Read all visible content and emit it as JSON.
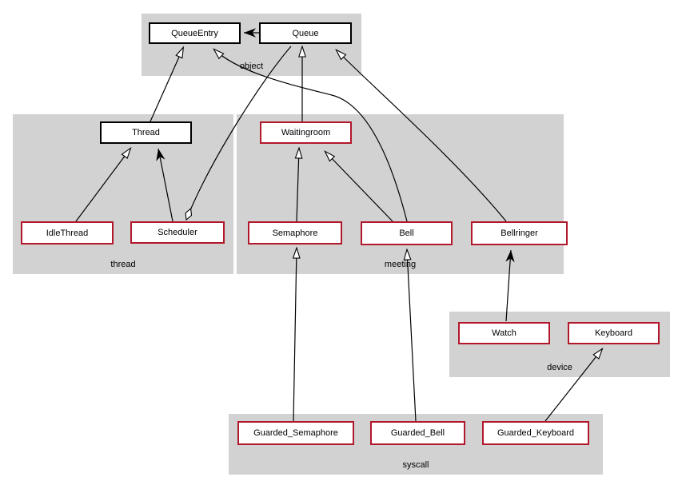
{
  "packages": {
    "object": {
      "label": "object"
    },
    "thread": {
      "label": "thread"
    },
    "meeting": {
      "label": "meeting"
    },
    "device": {
      "label": "device"
    },
    "syscall": {
      "label": "syscall"
    }
  },
  "classes": {
    "queue_entry": {
      "label": "QueueEntry",
      "package": "object",
      "border": "black"
    },
    "queue": {
      "label": "Queue",
      "package": "object",
      "border": "black"
    },
    "thread": {
      "label": "Thread",
      "package": "thread",
      "border": "black"
    },
    "idle_thread": {
      "label": "IdleThread",
      "package": "thread",
      "border": "red"
    },
    "scheduler": {
      "label": "Scheduler",
      "package": "thread",
      "border": "red"
    },
    "waitingroom": {
      "label": "Waitingroom",
      "package": "meeting",
      "border": "red"
    },
    "semaphore": {
      "label": "Semaphore",
      "package": "meeting",
      "border": "red"
    },
    "bell": {
      "label": "Bell",
      "package": "meeting",
      "border": "red"
    },
    "bellringer": {
      "label": "Bellringer",
      "package": "meeting",
      "border": "red"
    },
    "watch": {
      "label": "Watch",
      "package": "device",
      "border": "red"
    },
    "keyboard": {
      "label": "Keyboard",
      "package": "device",
      "border": "red"
    },
    "guarded_semaphore": {
      "label": "Guarded_Semaphore",
      "package": "syscall",
      "border": "red"
    },
    "guarded_bell": {
      "label": "Guarded_Bell",
      "package": "syscall",
      "border": "red"
    },
    "guarded_keyboard": {
      "label": "Guarded_Keyboard",
      "package": "syscall",
      "border": "red"
    }
  },
  "relationships": [
    {
      "from": "Queue",
      "to": "QueueEntry",
      "type": "usage",
      "arrow": "filled"
    },
    {
      "from": "Thread",
      "to": "QueueEntry",
      "type": "inheritance",
      "arrow": "hollow-triangle"
    },
    {
      "from": "Bell",
      "to": "QueueEntry",
      "type": "inheritance",
      "arrow": "hollow-triangle"
    },
    {
      "from": "Waitingroom",
      "to": "Queue",
      "type": "inheritance",
      "arrow": "hollow-triangle"
    },
    {
      "from": "Bellringer",
      "to": "Queue",
      "type": "inheritance",
      "arrow": "hollow-triangle"
    },
    {
      "from": "IdleThread",
      "to": "Thread",
      "type": "inheritance",
      "arrow": "hollow-triangle"
    },
    {
      "from": "Scheduler",
      "to": "Thread",
      "type": "usage",
      "arrow": "filled"
    },
    {
      "from": "Scheduler",
      "to": "Queue",
      "type": "aggregation",
      "arrow": "open-diamond-at-scheduler"
    },
    {
      "from": "Semaphore",
      "to": "Waitingroom",
      "type": "inheritance",
      "arrow": "hollow-triangle"
    },
    {
      "from": "Bell",
      "to": "Waitingroom",
      "type": "inheritance",
      "arrow": "hollow-triangle"
    },
    {
      "from": "Guarded_Semaphore",
      "to": "Semaphore",
      "type": "inheritance",
      "arrow": "hollow-triangle"
    },
    {
      "from": "Guarded_Bell",
      "to": "Bell",
      "type": "inheritance",
      "arrow": "hollow-triangle"
    },
    {
      "from": "Guarded_Keyboard",
      "to": "Keyboard",
      "type": "inheritance",
      "arrow": "hollow-triangle"
    },
    {
      "from": "Watch",
      "to": "Bellringer",
      "type": "usage",
      "arrow": "filled"
    }
  ],
  "colors": {
    "background": "#ffffff",
    "package_fill": "#d2d2d2",
    "class_fill": "#ffffff",
    "class_border_black": "#000000",
    "class_border_red": "#b2182b",
    "edge": "#000000",
    "text": "#000000"
  }
}
